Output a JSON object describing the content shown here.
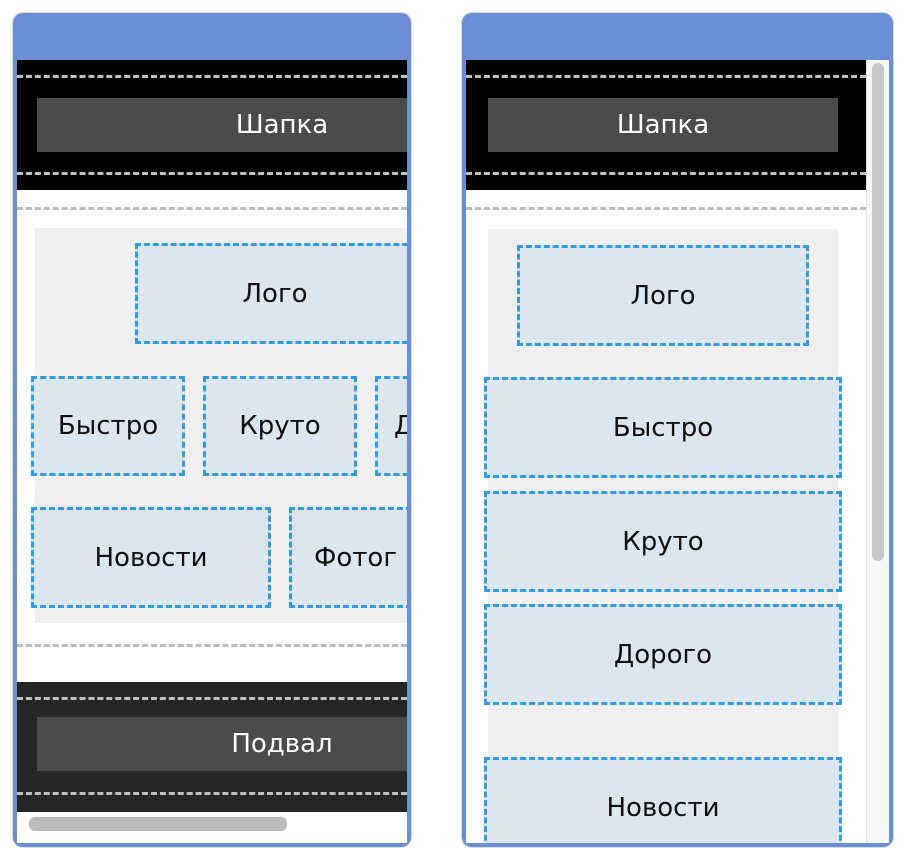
{
  "left_window": {
    "header": "Шапка",
    "logo": "Лого",
    "row1": [
      "Быстро",
      "Круто",
      "Д"
    ],
    "row2": [
      "Новости",
      "Фотог"
    ],
    "footer": "Подвал"
  },
  "right_window": {
    "header": "Шапка",
    "logo": "Лого",
    "items": [
      "Быстро",
      "Круто",
      "Дорого",
      "Новости"
    ]
  },
  "colors": {
    "window_chrome": "#6a8fd6",
    "header_bg": "#000000",
    "bar_bg": "#4b4b4b",
    "box_bg": "#dce6ee",
    "box_border": "#2f9be0"
  }
}
